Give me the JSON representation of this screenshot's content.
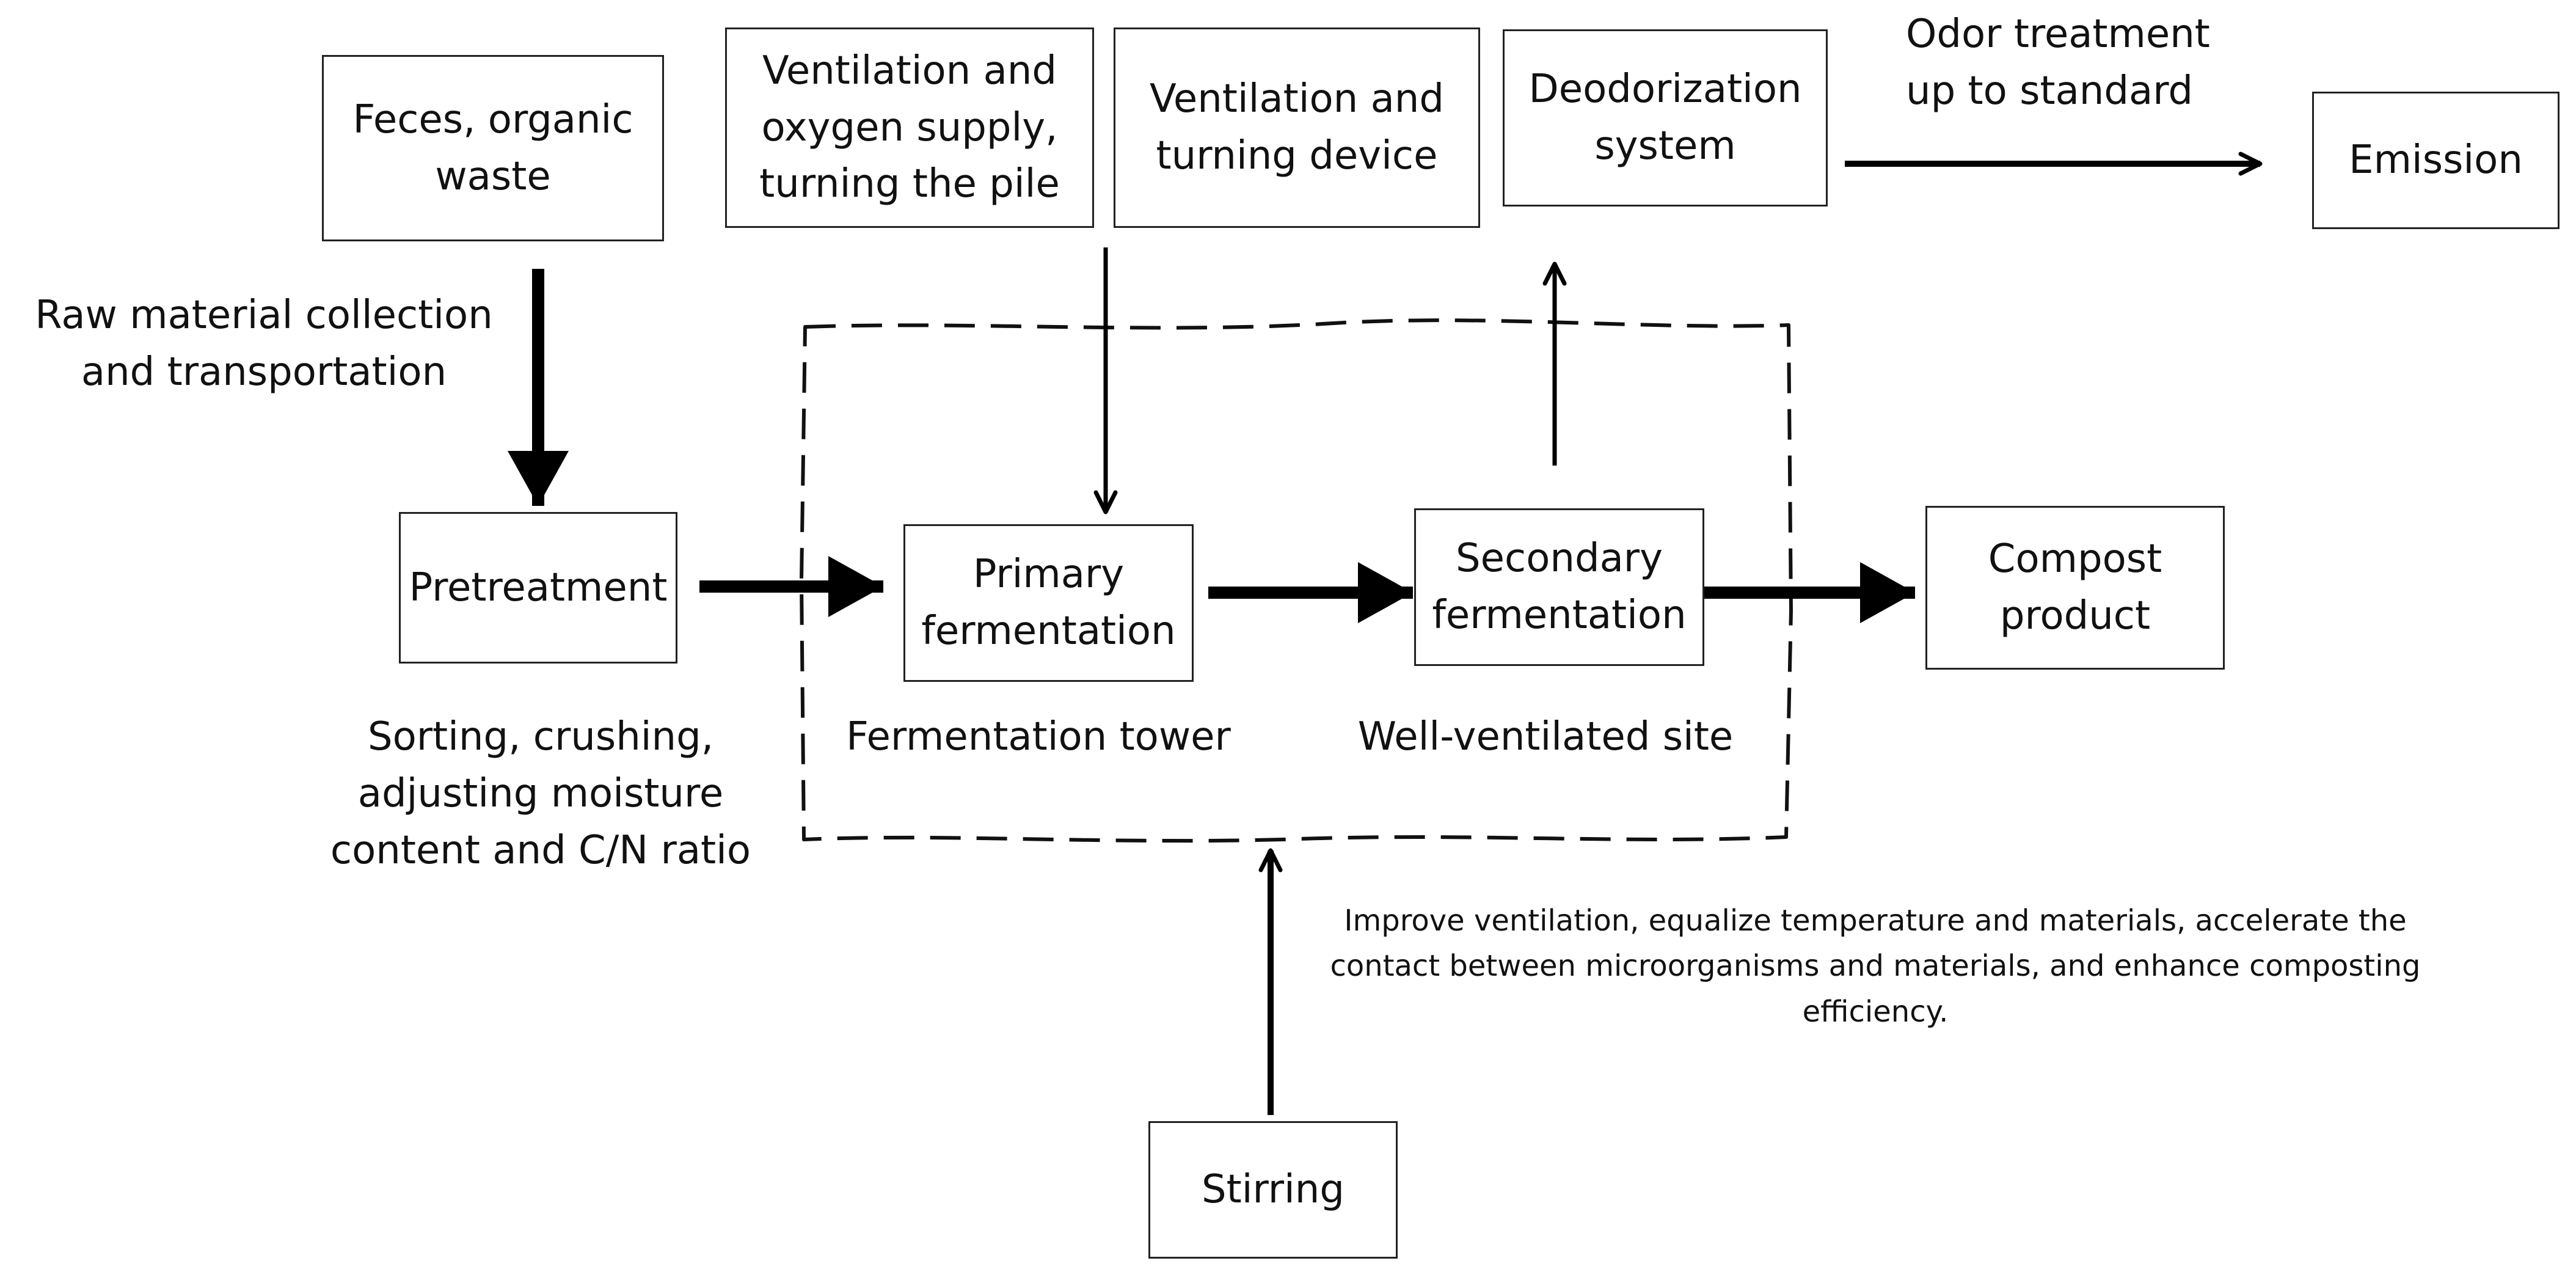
{
  "nodes": {
    "feces": "Feces, organic waste",
    "ventilation_oxygen": "Ventilation and oxygen supply, turning the pile",
    "ventilation_device": "Ventilation and turning device",
    "deodorization": "Deodorization system",
    "emission": "Emission",
    "pretreatment": "Pretreatment",
    "primary": "Primary fermentation",
    "secondary": "Secondary fermentation",
    "compost": "Compost product",
    "stirring": "Stirring"
  },
  "labels": {
    "raw_material": "Raw material collection and transportation",
    "odor_treatment": "Odor treatment up to standard",
    "sorting": "Sorting, crushing, adjusting moisture content and C/N ratio",
    "fermentation_tower": "Fermentation tower",
    "well_ventilated": "Well-ventilated site",
    "stirring_note": "Improve ventilation, equalize temperature and materials, accelerate the contact between microorganisms and materials, and enhance composting efficiency."
  }
}
